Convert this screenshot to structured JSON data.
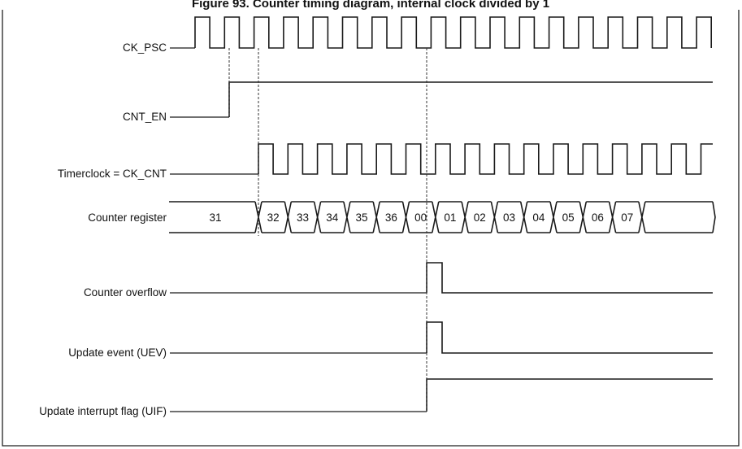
{
  "caption": "Figure 93. Counter timing diagram, internal clock divided by 1",
  "signals": {
    "ck_psc": "CK_PSC",
    "cnt_en": "CNT_EN",
    "timerclock": "Timerclock = CK_CNT",
    "counter_register": "Counter register",
    "counter_overflow": "Counter overflow",
    "update_event": "Update event (UEV)",
    "update_interrupt_flag": "Update interrupt flag (UIF)"
  },
  "counter_values": [
    "31",
    "32",
    "33",
    "34",
    "35",
    "36",
    "00",
    "01",
    "02",
    "03",
    "04",
    "05",
    "06",
    "07"
  ]
}
